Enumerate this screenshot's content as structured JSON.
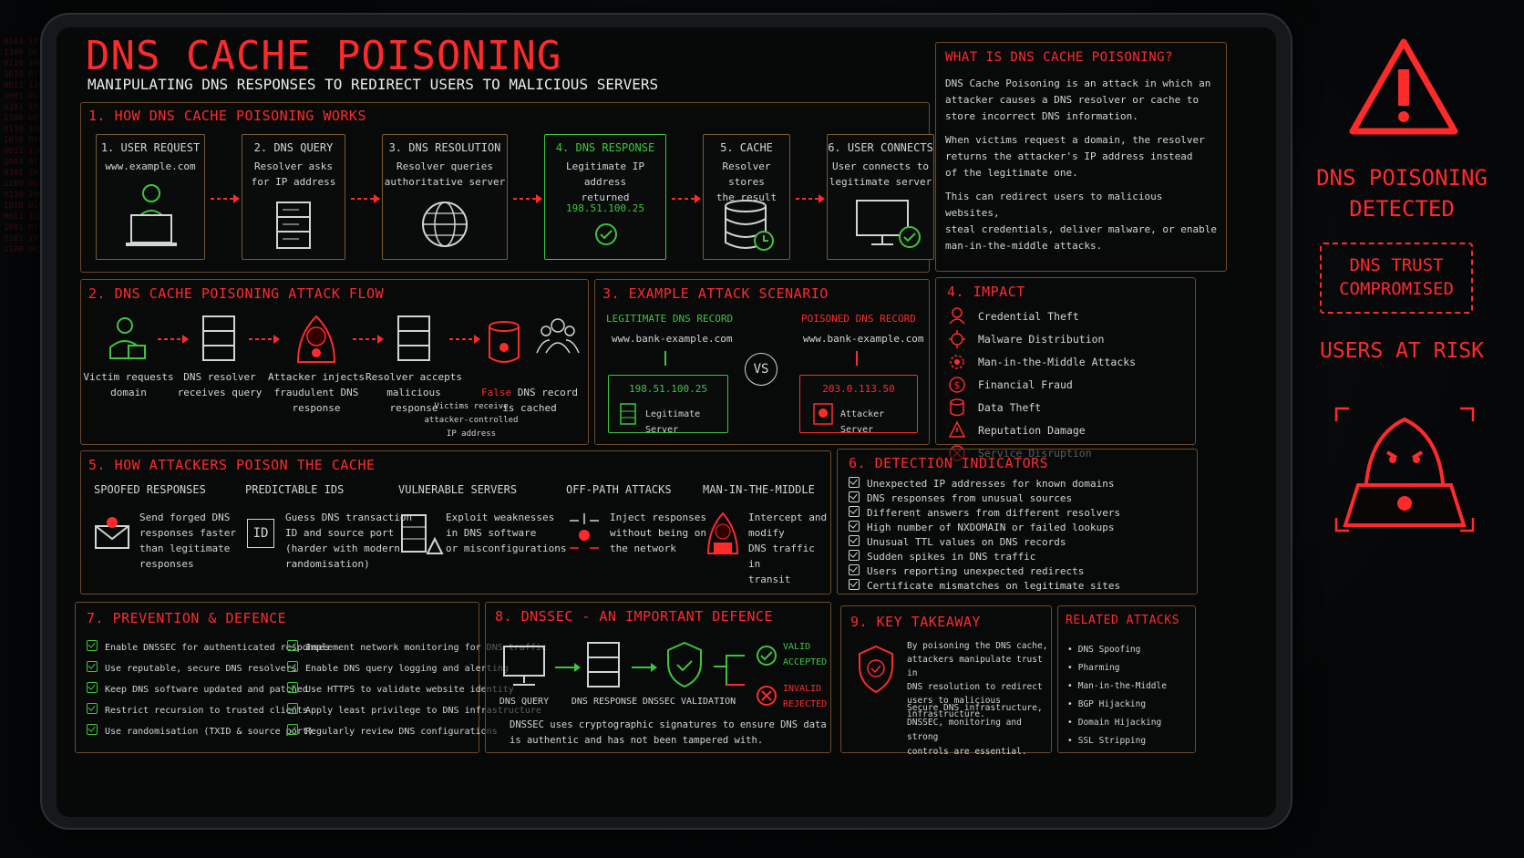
{
  "header": {
    "title": "DNS CACHE POISONING",
    "subtitle": "MANIPULATING DNS RESPONSES TO REDIRECT USERS TO MALICIOUS SERVERS"
  },
  "how_it_works": {
    "title": "1. HOW DNS CACHE POISONING WORKS",
    "steps": [
      {
        "title": "1. USER REQUEST",
        "text": "www.example.com"
      },
      {
        "title": "2. DNS QUERY",
        "text": "Resolver asks\nfor IP address"
      },
      {
        "title": "3. DNS RESOLUTION",
        "text": "Resolver queries\nauthoritative server"
      },
      {
        "title": "4. DNS RESPONSE",
        "text": "Legitimate IP address\nreturned",
        "ip": "198.51.100.25"
      },
      {
        "title": "5. CACHE",
        "text": "Resolver stores\nthe result"
      },
      {
        "title": "6. USER CONNECTS",
        "text": "User connects to\nlegitimate server"
      }
    ]
  },
  "attack_flow": {
    "title": "2. DNS CACHE POISONING ATTACK FLOW",
    "steps": [
      "Victim requests\ndomain",
      "DNS resolver\nreceives query",
      "Attacker injects\nfraudulent DNS\nresponse",
      "Resolver accepts\nmalicious\nresponse"
    ],
    "false_label": "False",
    "false_rest": " DNS record\nis cached",
    "note": "Victims receive\nattacker-controlled\nIP address"
  },
  "scenario": {
    "title": "3. EXAMPLE ATTACK SCENARIO",
    "legit_label": "LEGITIMATE DNS RECORD",
    "legit_domain": "www.bank-example.com",
    "legit_ip": "198.51.100.25",
    "legit_server": "Legitimate Server",
    "vs": "VS",
    "poison_label": "POISONED DNS RECORD",
    "poison_domain": "www.bank-example.com",
    "poison_ip": "203.0.113.50",
    "poison_server": "Attacker Server"
  },
  "what_is": {
    "title": "WHAT IS DNS CACHE POISONING?",
    "p1": "DNS Cache Poisoning is an attack in which an\nattacker causes a DNS resolver or cache to\nstore incorrect DNS information.",
    "p2": "When victims request a domain, the resolver\nreturns the attacker's IP address instead\nof the legitimate one.",
    "p3": "This can redirect users to malicious websites,\nsteal credentials, deliver malware, or enable\nman-in-the-middle attacks."
  },
  "impact": {
    "title": "4. IMPACT",
    "items": [
      "Credential Theft",
      "Malware Distribution",
      "Man-in-the-Middle Attacks",
      "Financial Fraud",
      "Data Theft",
      "Reputation Damage",
      "Service Disruption"
    ]
  },
  "poison_methods": {
    "title": "5. HOW ATTACKERS POISON THE CACHE",
    "items": [
      {
        "title": "SPOOFED RESPONSES",
        "text": "Send forged DNS\nresponses faster\nthan legitimate\nresponses"
      },
      {
        "title": "PREDICTABLE IDS",
        "text": "Guess DNS transaction\nID and source port\n(harder with modern\nrandomisation)"
      },
      {
        "title": "VULNERABLE SERVERS",
        "text": "Exploit weaknesses\nin DNS software\nor misconfigurations"
      },
      {
        "title": "OFF-PATH ATTACKS",
        "text": "Inject responses\nwithout being on\nthe network"
      },
      {
        "title": "MAN-IN-THE-MIDDLE",
        "text": "Intercept and modify\nDNS traffic in\ntransit"
      }
    ],
    "id_label": "ID"
  },
  "detection": {
    "title": "6. DETECTION INDICATORS",
    "items": [
      "Unexpected IP addresses for known domains",
      "DNS responses from unusual sources",
      "Different answers from different resolvers",
      "High number of NXDOMAIN or failed lookups",
      "Unusual TTL values on DNS records",
      "Sudden spikes in DNS traffic",
      "Users reporting unexpected redirects",
      "Certificate mismatches on legitimate sites"
    ]
  },
  "prevention": {
    "title": "7. PREVENTION & DEFENCE",
    "left": [
      "Enable DNSSEC for authenticated responses",
      "Use reputable, secure DNS resolvers",
      "Keep DNS software updated and patched",
      "Restrict recursion to trusted clients",
      "Use randomisation (TXID & source port)"
    ],
    "right": [
      "Implement network monitoring for DNS traffic",
      "Enable DNS query logging and alerting",
      "Use HTTPS to validate website identity",
      "Apply least privilege to DNS infrastructure",
      "Regularly review DNS configurations"
    ]
  },
  "dnssec": {
    "title": "8. DNSSEC - AN IMPORTANT DEFENCE",
    "labels": [
      "DNS QUERY",
      "DNS RESPONSE",
      "DNSSEC VALIDATION"
    ],
    "valid": "VALID\nACCEPTED",
    "invalid": "INVALID\nREJECTED",
    "note": "DNSSEC uses cryptographic signatures to ensure DNS data\nis authentic and has not been tampered with."
  },
  "takeaway": {
    "title": "9. KEY TAKEAWAY",
    "p1": "By poisoning the DNS cache,\nattackers manipulate trust in\nDNS resolution to redirect\nusers to malicious infrastructure.",
    "p2": "Secure DNS infrastructure,\nDNSSEC, monitoring and strong\ncontrols are essential."
  },
  "related": {
    "title": "RELATED ATTACKS",
    "items": [
      "DNS Spoofing",
      "Pharming",
      "Man-in-the-Middle",
      "BGP Hijacking",
      "Domain Hijacking",
      "SSL Stripping"
    ]
  },
  "sidebar": {
    "detected": "DNS POISONING\nDETECTED",
    "trust": "DNS TRUST\nCOMPROMISED",
    "risk": "USERS AT RISK"
  },
  "colors": {
    "accent_red": "#ff2a2a",
    "accent_green": "#3ec43e",
    "border": "#7a5a36"
  }
}
